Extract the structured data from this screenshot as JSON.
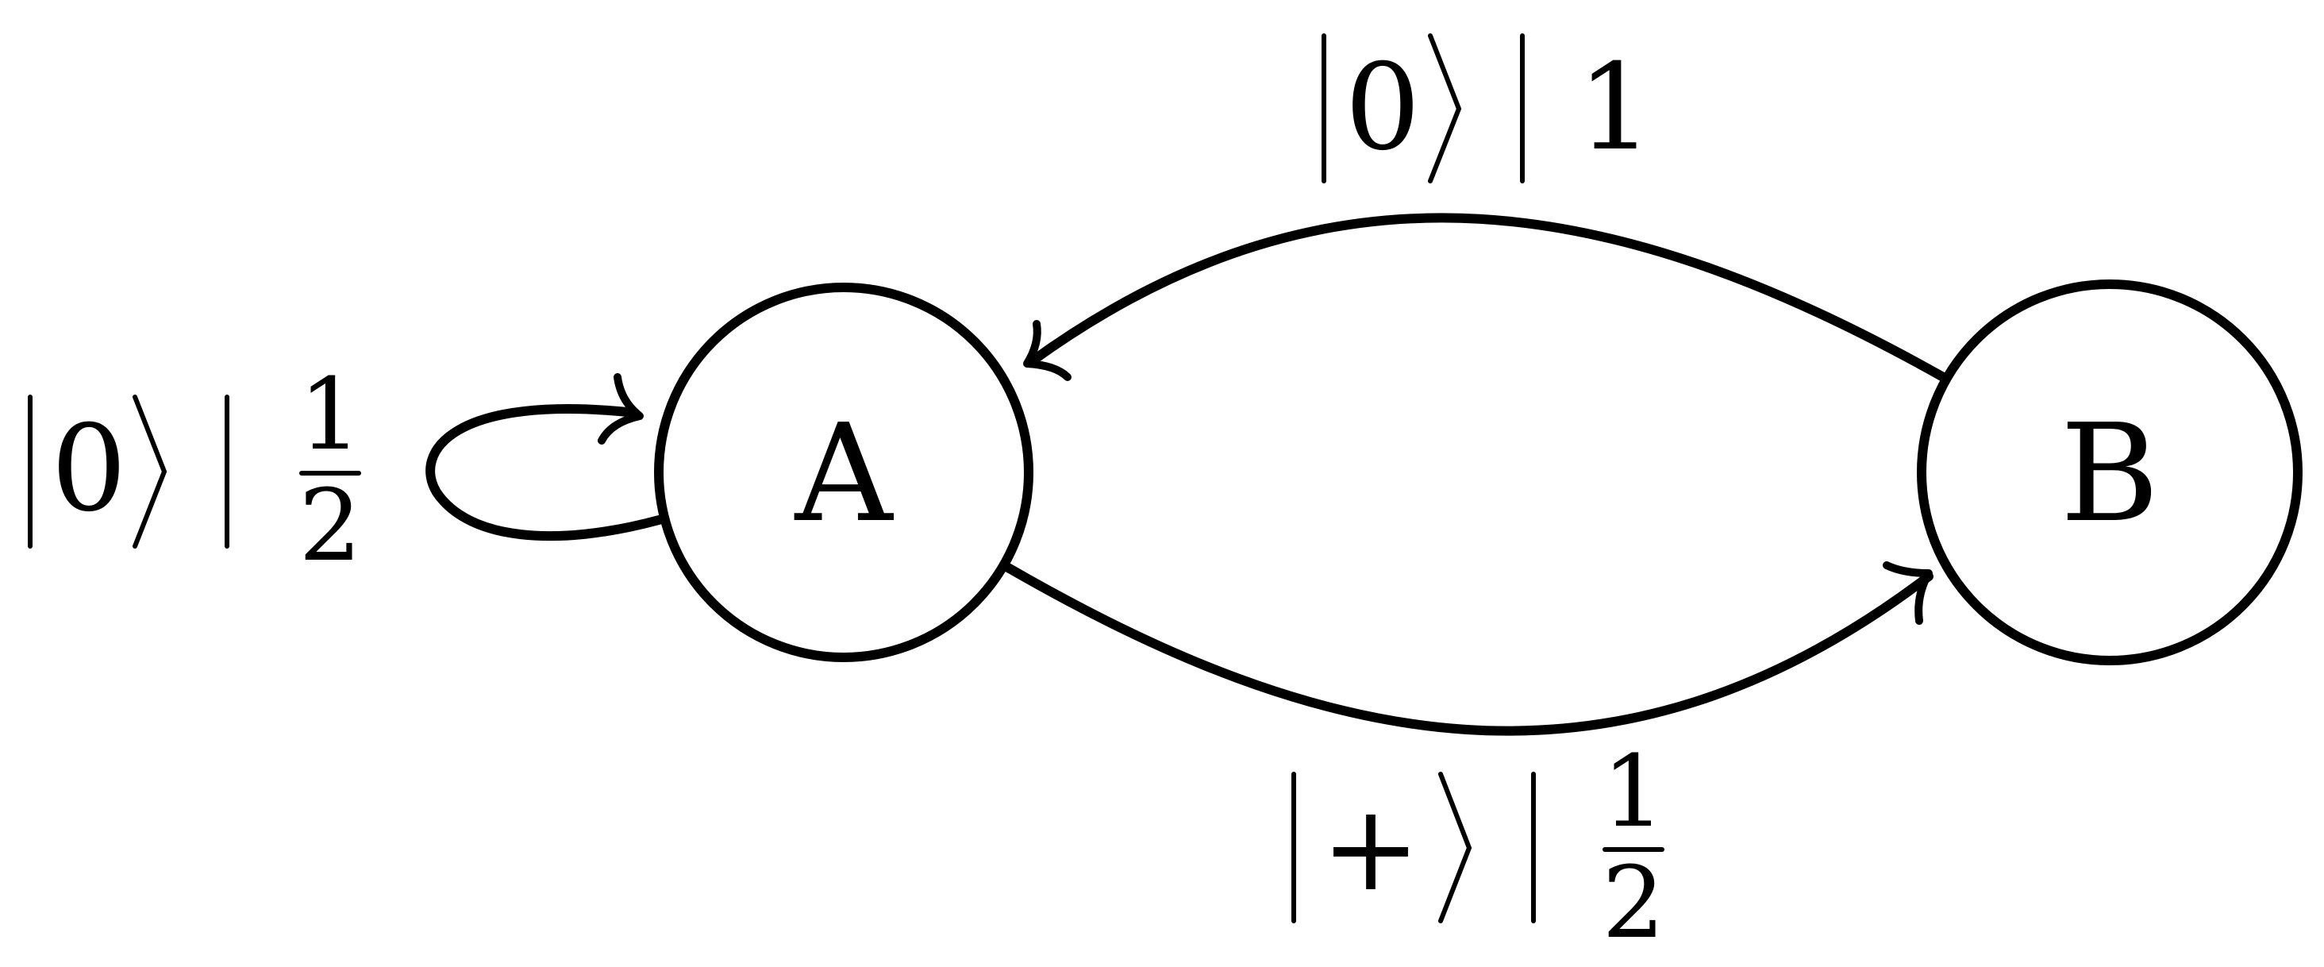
{
  "nodes": {
    "a": {
      "label": "A"
    },
    "b": {
      "label": "B"
    }
  },
  "edges": {
    "self_loop_a": {
      "from": "A",
      "to": "A",
      "state": "0",
      "weight": {
        "numerator": "1",
        "denominator": "2"
      }
    },
    "b_to_a": {
      "from": "B",
      "to": "A",
      "state": "0",
      "weight": {
        "value": "1"
      }
    },
    "a_to_b": {
      "from": "A",
      "to": "B",
      "state": "+",
      "weight": {
        "numerator": "1",
        "denominator": "2"
      }
    }
  }
}
